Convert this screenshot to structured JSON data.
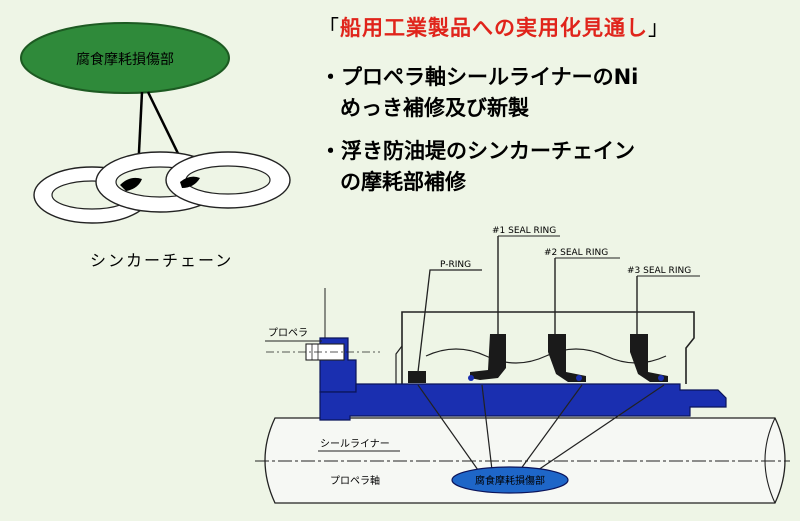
{
  "title": {
    "open": "「",
    "text": "船用工業製品への実用化見通し",
    "close": "」"
  },
  "bullets": [
    {
      "marker": "・",
      "line1": "プロペラ軸シールライナーのNi",
      "line2": "めっき補修及び新製"
    },
    {
      "marker": "・",
      "line1": "浮き防油堤のシンカーチェイン",
      "line2": "の摩耗部補修"
    }
  ],
  "chain": {
    "damage_label": "腐食摩耗損傷部",
    "caption": "シンカーチェーン"
  },
  "seal_diagram": {
    "labels": {
      "seal_ring_1": "#1 SEAL RING",
      "seal_ring_2": "#2 SEAL RING",
      "seal_ring_3": "#3 SEAL RING",
      "p_ring": "P-RING",
      "propeller": "プロペラ",
      "seal_liner": "シールライナー",
      "propeller_shaft": "プロペラ軸",
      "damage_label": "腐食摩耗損傷部"
    }
  },
  "colors": {
    "chain_ellipse": "#2f8a3a",
    "liner_blue": "#1a2fb0",
    "damage_blue": "#1e66c8",
    "title_red": "#e0241b"
  }
}
